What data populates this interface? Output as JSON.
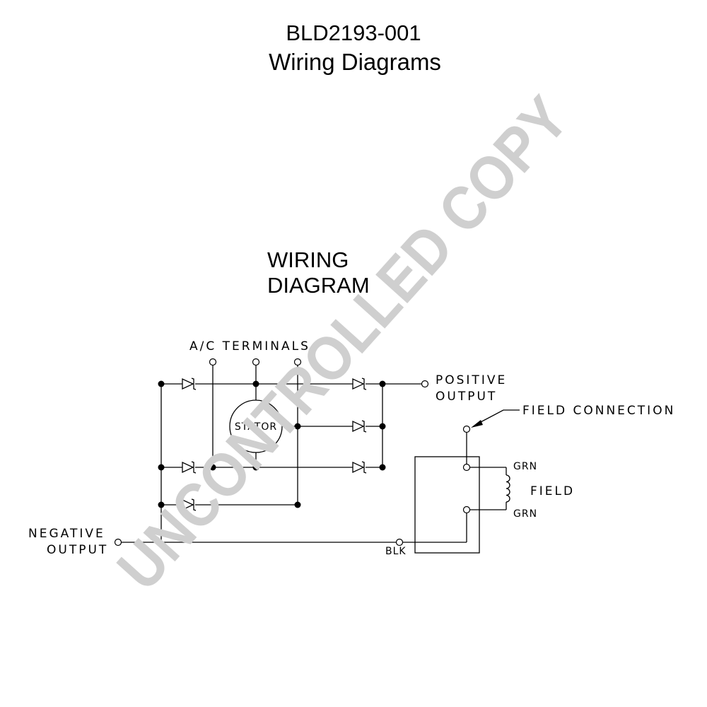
{
  "header": {
    "doc_number": "BLD2193-001",
    "doc_title": "Wiring Diagrams"
  },
  "diagram": {
    "title_line1": "WIRING",
    "title_line2": "DIAGRAM",
    "labels": {
      "ac_terminals": "A/C TERMINALS",
      "stator": "STATOR",
      "positive_1": "POSITIVE",
      "positive_2": "OUTPUT",
      "field_connection": "FIELD CONNECTION",
      "field": "FIELD",
      "grn_top": "GRN",
      "grn_bottom": "GRN",
      "negative_1": "NEGATIVE",
      "negative_2": "OUTPUT",
      "blk": "BLK"
    }
  },
  "watermark": {
    "text": "UNCONTROLLED COPY",
    "color": "#cfcfcf"
  }
}
